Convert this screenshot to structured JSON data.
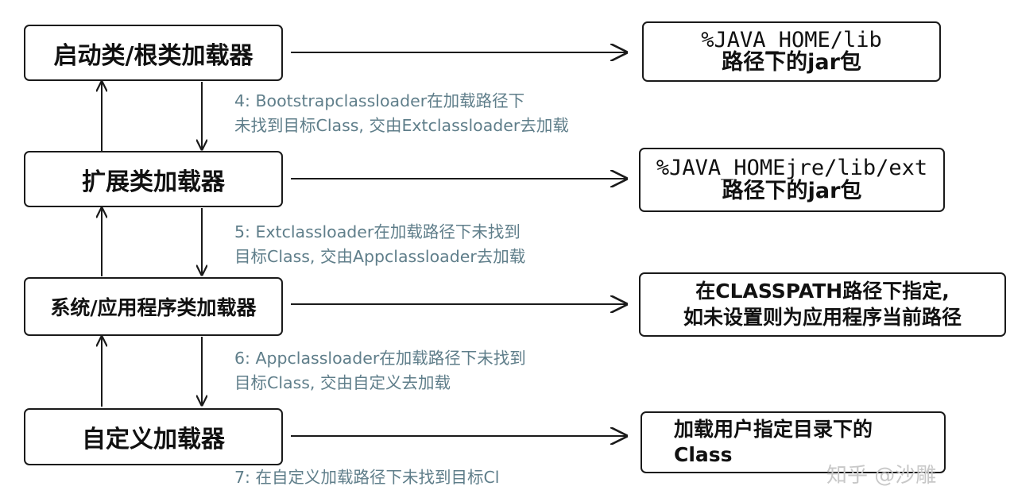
{
  "loaders": [
    {
      "label": "启动类/根类加载器"
    },
    {
      "label": "扩展类加载器"
    },
    {
      "label": "系统/应用程序类加载器"
    },
    {
      "label": "自定义加载器"
    }
  ],
  "paths": [
    {
      "line1": "%JAVA_HOME/lib",
      "line2": "路径下的jar包"
    },
    {
      "line1": "%JAVA_HOMEjre/lib/ext",
      "line2": "路径下的jar包"
    },
    {
      "line1": "在CLASSPATH路径下指定,",
      "line2": "如未设置则为应用程序当前路径"
    },
    {
      "line1": "加载用户指定目录下的",
      "line2": "Class"
    }
  ],
  "notes": [
    {
      "line1": "4: Bootstrapclassloader在加载路径下",
      "line2": "未找到目标Class, 交由Extclassloader去加载"
    },
    {
      "line1": "5: Extclassloader在加载路径下未找到",
      "line2": "目标Class, 交由Appclassloader去加载"
    },
    {
      "line1": "6: Appclassloader在加载路径下未找到",
      "line2": "目标Class, 交由自定义去加载"
    },
    {
      "line1": "7: 在自定义加载路径下未找到目标Cl"
    }
  ],
  "watermark": "知乎 @沙雕"
}
